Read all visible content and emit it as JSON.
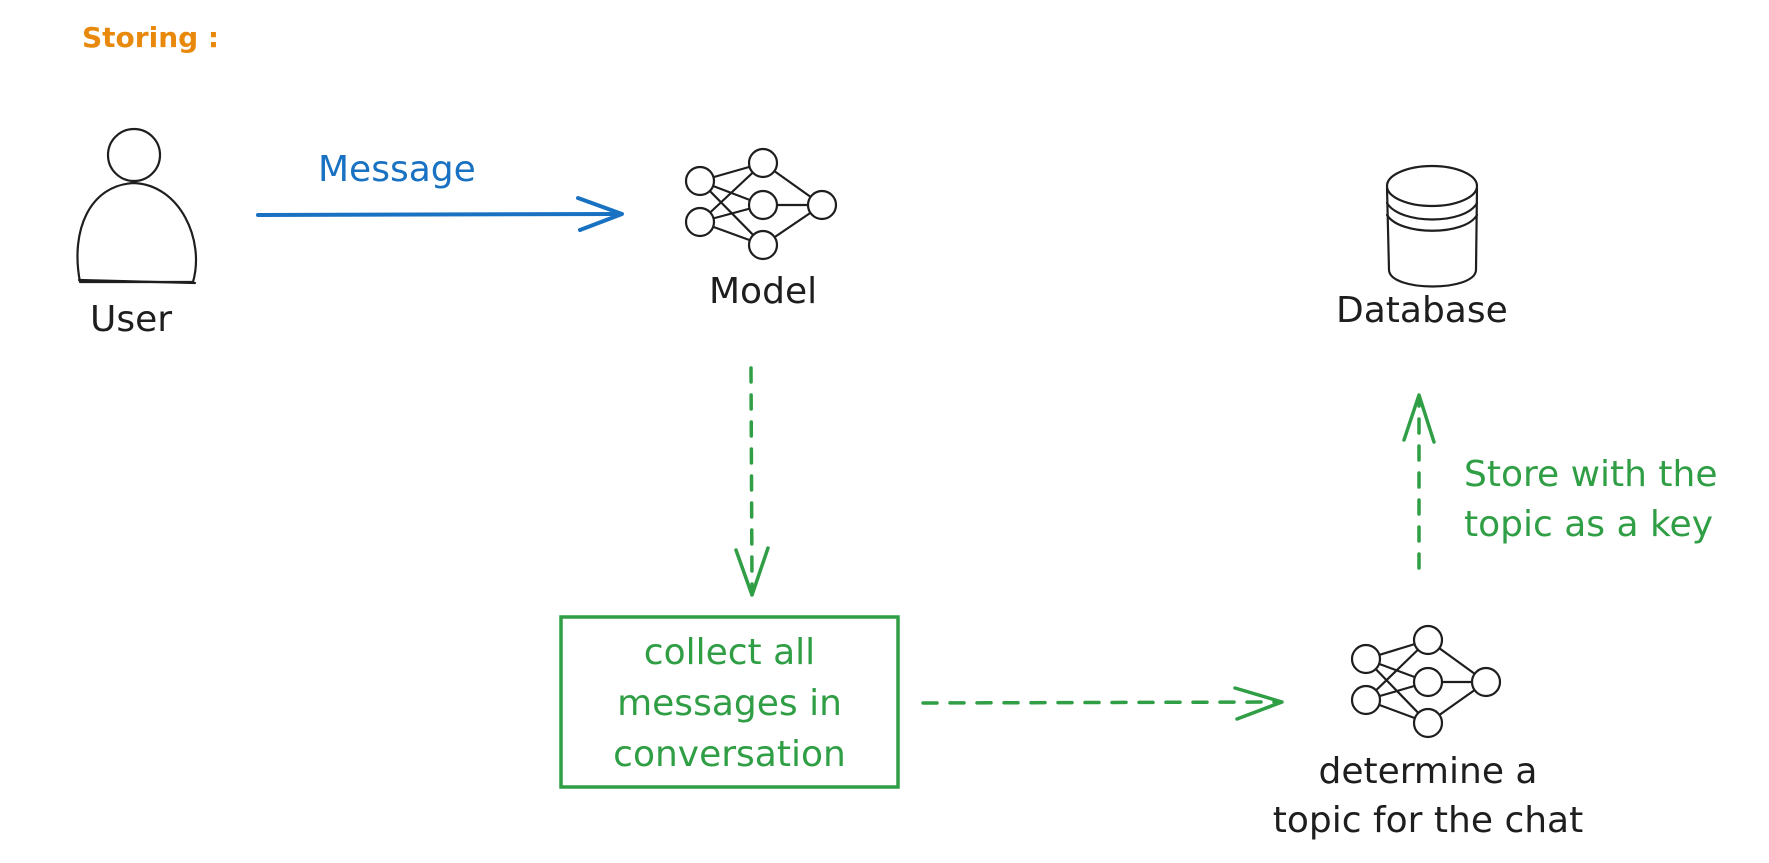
{
  "title": "Storing :",
  "colors": {
    "title": "#e8890c",
    "message": "#1971c2",
    "flow": "#2f9e44",
    "ink": "#1e1e1e"
  },
  "nodes": {
    "user": {
      "label": "User",
      "icon": "person-icon"
    },
    "model": {
      "label": "Model",
      "icon": "neural-network-icon"
    },
    "database": {
      "label": "Database",
      "icon": "database-icon"
    },
    "collect": {
      "line1": "collect all",
      "line2": "messages in",
      "line3": "conversation"
    },
    "topic_model": {
      "line1": "determine a",
      "line2": "topic for the chat",
      "icon": "neural-network-icon"
    }
  },
  "edges": {
    "message": {
      "label": "Message"
    },
    "store": {
      "line1": "Store with the",
      "line2": "topic as a key"
    }
  }
}
